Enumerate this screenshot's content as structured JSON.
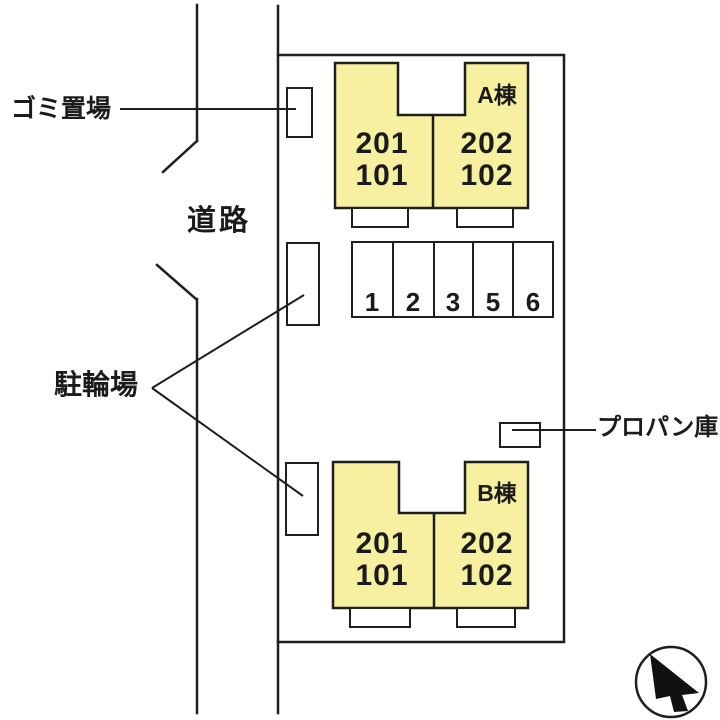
{
  "labels": {
    "garbage": "ゴミ置場",
    "road": "道路",
    "bicycle": "駐輪場",
    "propane": "プロパン庫"
  },
  "buildings": [
    {
      "id": "a",
      "name": "A棟",
      "units": [
        {
          "upper": "201",
          "lower": "101"
        },
        {
          "upper": "202",
          "lower": "102"
        }
      ]
    },
    {
      "id": "b",
      "name": "B棟",
      "units": [
        {
          "upper": "201",
          "lower": "101"
        },
        {
          "upper": "202",
          "lower": "102"
        }
      ]
    }
  ],
  "parking": {
    "spaces": [
      "1",
      "2",
      "3",
      "5",
      "6"
    ]
  },
  "icons": {
    "compass": "north-arrow"
  },
  "colors": {
    "building_fill": "#F7F0A0",
    "line": "#1e1e1e",
    "background": "#ffffff"
  }
}
